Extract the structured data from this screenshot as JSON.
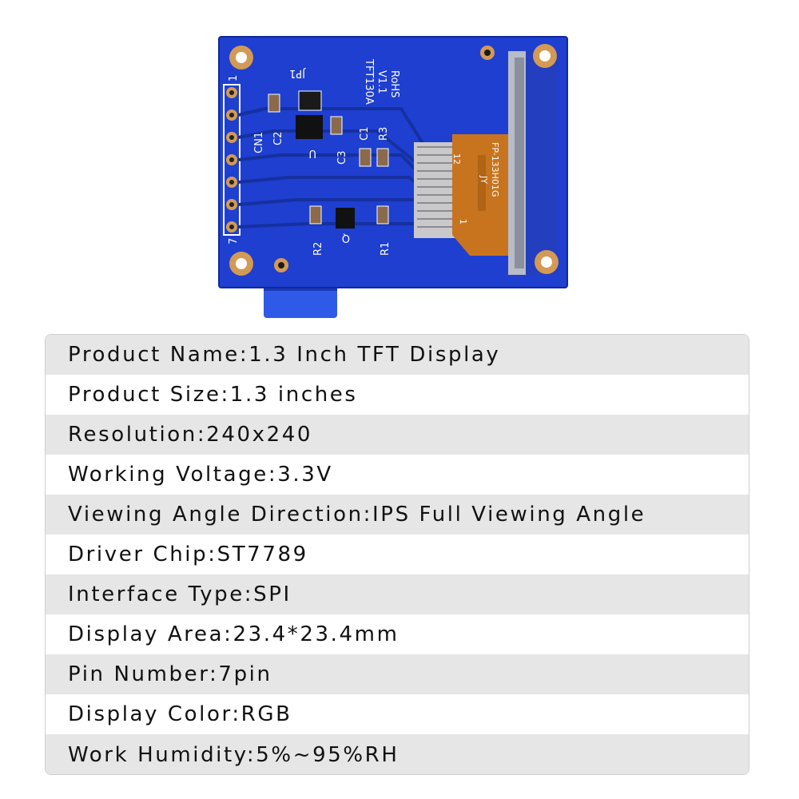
{
  "board": {
    "model": "TFT130A",
    "version": "V1.1",
    "compliance": "RoHS",
    "connector": "CN1",
    "jumper": "JP1",
    "pin_first": "1",
    "pin_last": "7",
    "parts": [
      "C2",
      "C3",
      "C1",
      "R3",
      "R2",
      "R1",
      "Q",
      "U"
    ],
    "flex_label": "FP-133H01G",
    "flex_sub": "JY",
    "flex_pin_high": "12",
    "flex_pin_low": "1",
    "colors": {
      "pcb": "#1e3fd0",
      "pad": "#d39a55",
      "flex": "#c8741e",
      "foam": "#2f5ae8"
    }
  },
  "specs": [
    {
      "text": "Product Name:1.3 Inch TFT Display"
    },
    {
      "text": "Product Size:1.3 inches"
    },
    {
      "text": "Resolution:240x240"
    },
    {
      "text": "Working Voltage:3.3V"
    },
    {
      "text": "Viewing Angle Direction:IPS Full Viewing Angle"
    },
    {
      "text": "Driver Chip:ST7789"
    },
    {
      "text": "Interface Type:SPI"
    },
    {
      "text": "Display Area:23.4*23.4mm"
    },
    {
      "text": "Pin Number:7pin"
    },
    {
      "text": "Display Color:RGB"
    },
    {
      "text": "Work Humidity:5%~95%RH"
    }
  ]
}
